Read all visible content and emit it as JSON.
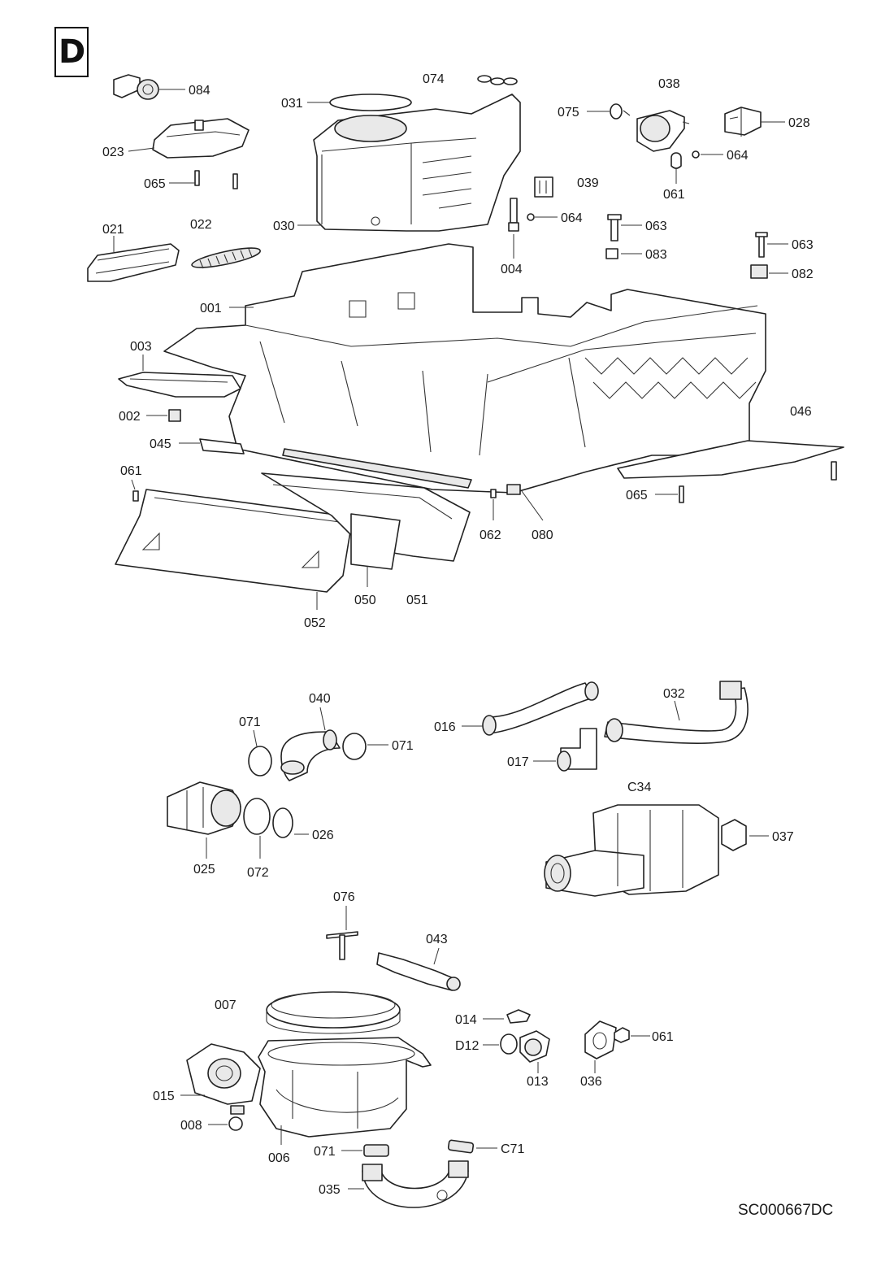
{
  "section_letter": "D",
  "reference": "SC000667DC",
  "callouts": {
    "c001": "001",
    "c002": "002",
    "c003": "003",
    "c004": "004",
    "c006": "006",
    "c007": "007",
    "c008": "008",
    "c012": "D12",
    "c013": "013",
    "c014": "014",
    "c015": "015",
    "c016": "016",
    "c017": "017",
    "c021": "021",
    "c022": "022",
    "c023": "023",
    "c025": "025",
    "c026": "026",
    "c028": "028",
    "c030": "030",
    "c031": "031",
    "c032": "032",
    "c034": "C34",
    "c035": "035",
    "c036": "036",
    "c037": "037",
    "c038": "038",
    "c039": "039",
    "c040": "040",
    "c043": "043",
    "c045": "045",
    "c046": "046",
    "c050": "050",
    "c051": "051",
    "c052": "052",
    "c061a": "061",
    "c061b": "061",
    "c061c": "061",
    "c062": "062",
    "c063a": "063",
    "c063b": "063",
    "c064a": "064",
    "c064b": "064",
    "c065a": "065",
    "c065b": "065",
    "c071a": "071",
    "c071b": "071",
    "c071c": "071",
    "c071d": "C71",
    "c072": "072",
    "c074": "074",
    "c075": "075",
    "c076": "076",
    "c080": "080",
    "c082": "082",
    "c083": "083",
    "c084": "084"
  }
}
